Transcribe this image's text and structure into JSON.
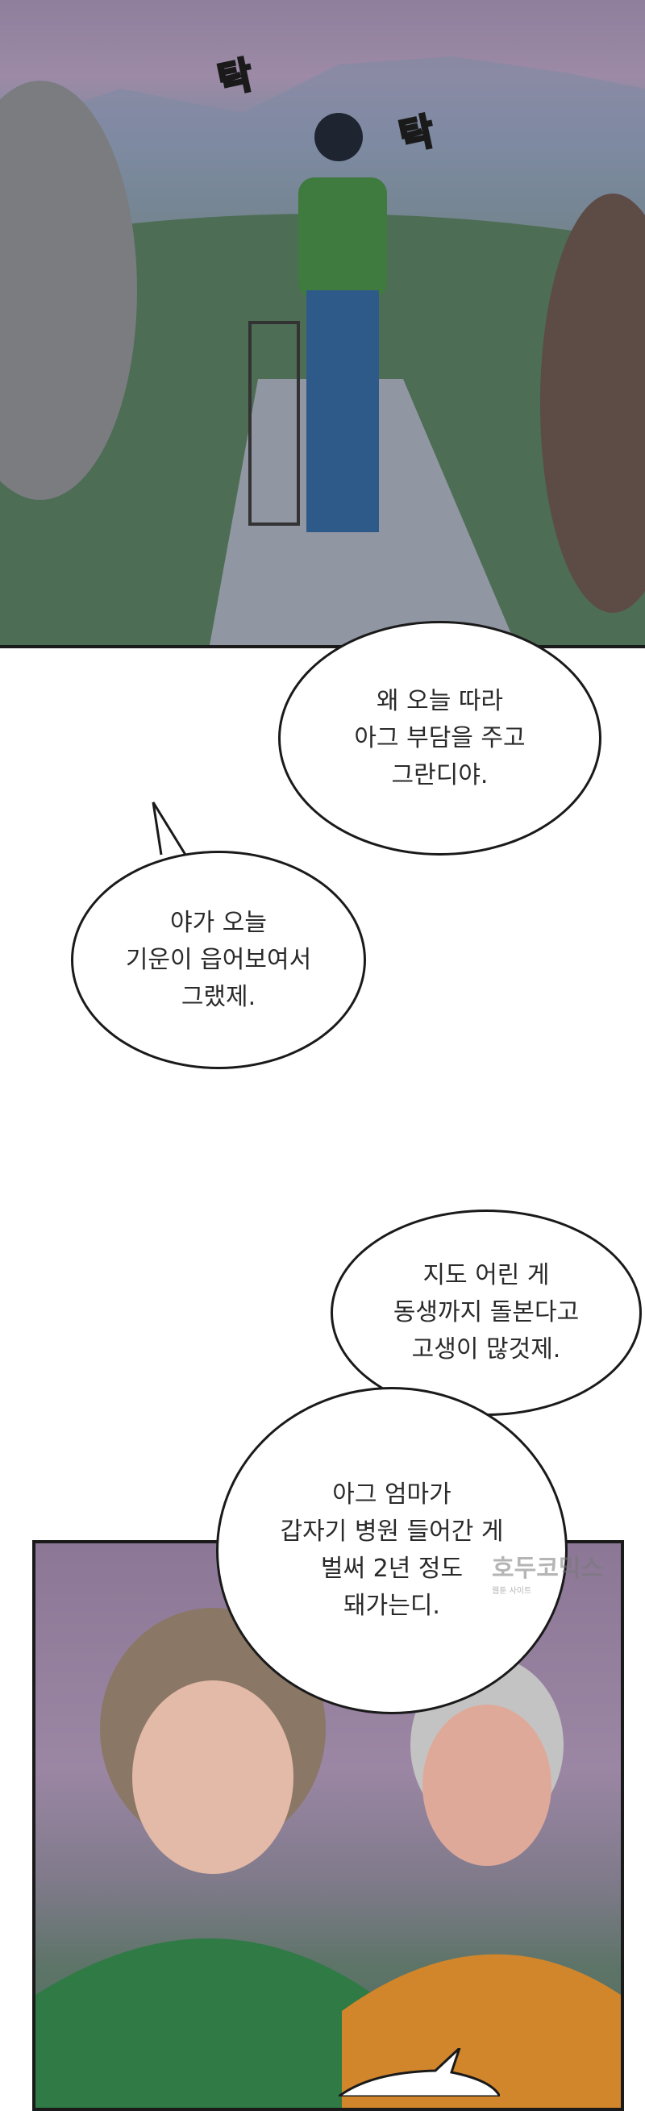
{
  "sfx": [
    "탁",
    "탁"
  ],
  "bubbles": [
    {
      "lines": [
        "왜 오늘 따라",
        "아그 부담을 주고",
        "그란디야."
      ]
    },
    {
      "lines": [
        "야가 오늘",
        "기운이 읍어보여서",
        "그랬제."
      ]
    },
    {
      "lines": [
        "지도 어린 게",
        "동생까지 돌본다고",
        "고생이 많것제."
      ]
    },
    {
      "lines": [
        "아그 엄마가",
        "갑자기 병원 들어간 게",
        "벌써 2년 정도",
        "돼가는디."
      ]
    }
  ],
  "watermark": {
    "title": "호두코믹스",
    "subtitle": "웹툰 사이트"
  }
}
